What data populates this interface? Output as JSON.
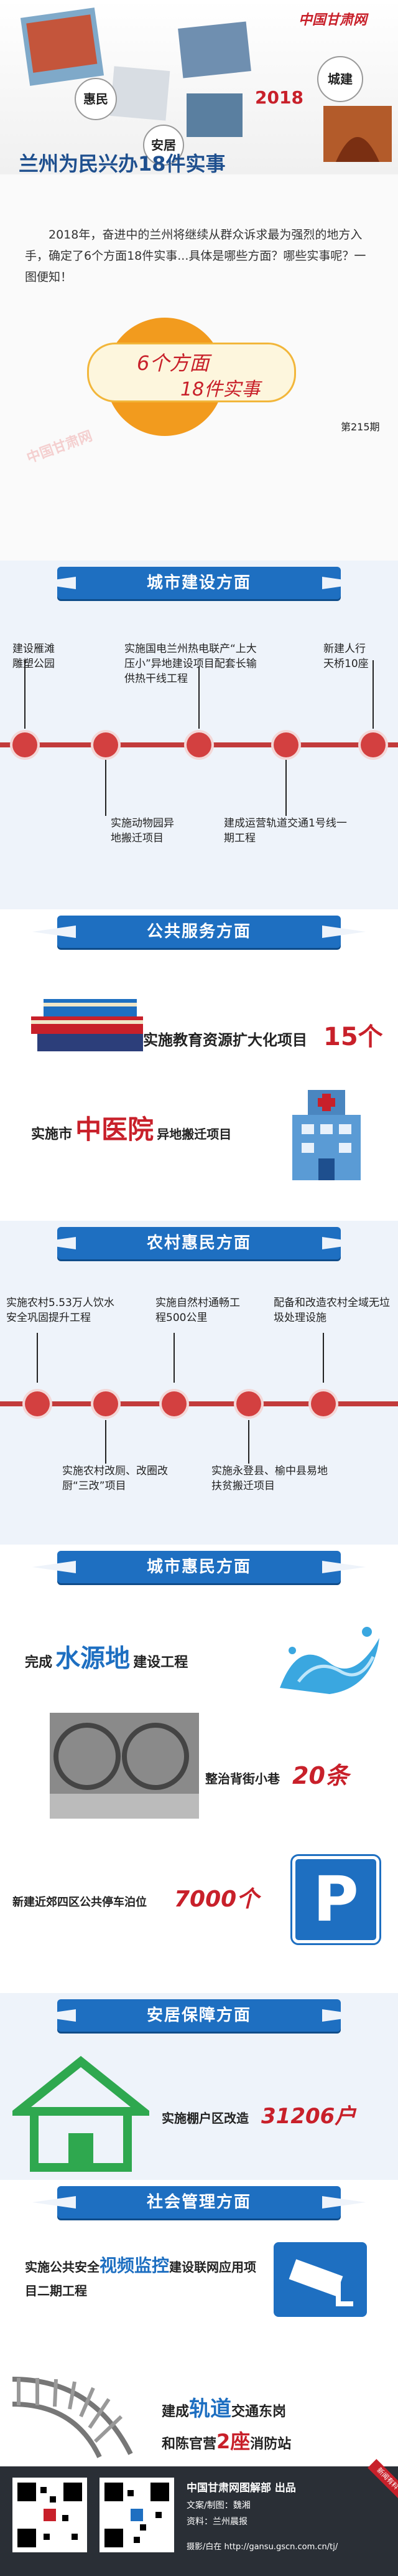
{
  "header": {
    "logo_text": "中国甘肃网",
    "bubbles": [
      "惠民",
      "安居",
      "城建"
    ],
    "year": "2018",
    "title": "兰州为民兴办18件实事"
  },
  "intro": {
    "text": "2018年，奋进中的兰州将继续从群众诉求最为强烈的地方入手，确定了6个方面18件实事...具体是哪些方面？哪些实事呢？一图便知！",
    "badge_line1": "6个方面",
    "badge_line2": "18件实事",
    "issue": "第215期"
  },
  "urban": {
    "banner": "城市建设方面",
    "top_items": [
      "建设雁滩雕塑公园",
      "实施国电兰州热电联产“上大压小”异地建设项目配套长输供热干线工程",
      "新建人行天桥10座"
    ],
    "bottom_items": [
      "实施动物园异地搬迁项目",
      "建成运营轨道交通1号线一期工程"
    ]
  },
  "public": {
    "banner": "公共服务方面",
    "edu_text": "实施教育资源扩大化项目",
    "edu_count": "15个",
    "tcm_prefix": "实施市",
    "tcm_highlight": "中医院",
    "tcm_suffix": "异地搬迁项目"
  },
  "rural": {
    "banner": "农村惠民方面",
    "top_items": [
      "实施农村5.53万人饮水安全巩固提升工程",
      "实施自然村通畅工程500公里",
      "配备和改造农村全域无垃圾处理设施"
    ],
    "bottom_items": [
      "实施农村改厕、改圈改厨“三改”项目",
      "实施永登县、榆中县易地扶贫搬迁项目"
    ]
  },
  "city_benefit": {
    "banner": "城市惠民方面",
    "water_prefix": "完成",
    "water_highlight": "水源地",
    "water_suffix": "建设工程",
    "alley_text": "整治背街小巷",
    "alley_count": "20条",
    "parking_text": "新建近郊四区公共停车泊位",
    "parking_count": "7000个",
    "parking_sign": "P"
  },
  "housing": {
    "banner": "安居保障方面",
    "text": "实施棚户区改造",
    "count": "31206户"
  },
  "social": {
    "banner": "社会管理方面",
    "prefix": "实施公共安全",
    "highlight": "视频监控",
    "suffix": "建设联网应用项目二期工程"
  },
  "rail": {
    "prefix": "建成",
    "highlight": "轨道",
    "mid": "交通东岗",
    "line2_prefix": "和陈官营",
    "count": "2座",
    "line2_suffix": "消防站"
  },
  "footer": {
    "org": "中国甘肃网图解部 出品",
    "editor": "文案/制图：魏湘",
    "source": "资料：兰州晨报",
    "url": "摄影/白在 http://gansu.gscn.com.cn/tj/",
    "corner": "新闻有料"
  },
  "colors": {
    "blue": "#1e6fc1",
    "red": "#d23b3b",
    "orange": "#f29b1e"
  }
}
